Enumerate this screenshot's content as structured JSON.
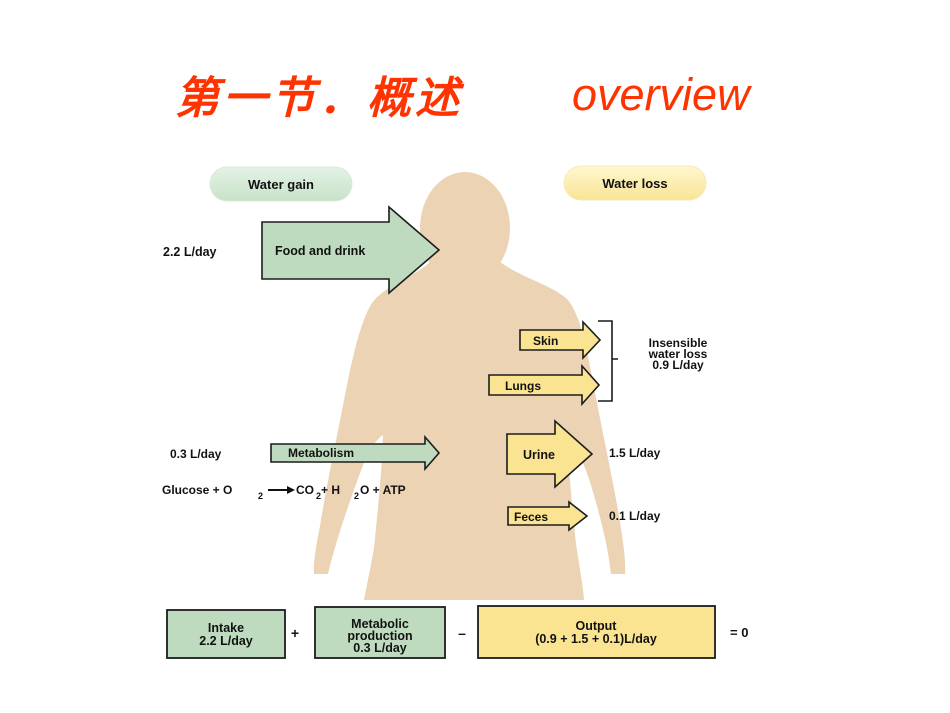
{
  "title": {
    "chinese": "第一节．概述",
    "english": "overview"
  },
  "diagram": {
    "water_gain_label": "Water gain",
    "water_loss_label": "Water loss",
    "food_drink": {
      "amount": "2.2 L/day",
      "label": "Food and drink"
    },
    "metabolism": {
      "amount": "0.3 L/day",
      "label": "Metabolism"
    },
    "equation": {
      "glucose": "Glucose + O",
      "o2_sub": "2",
      "co2": "CO",
      "co2_sub": "2",
      "plus_h": " + H",
      "h2o_sub": "2",
      "o_atp": "O + ATP"
    },
    "losses": {
      "skin": "Skin",
      "lungs": "Lungs",
      "urine": "Urine",
      "feces": "Feces",
      "insensible_line1": "Insensible",
      "insensible_line2": "water loss",
      "insensible_amount": "0.9 L/day",
      "urine_amount": "1.5 L/day",
      "feces_amount": "0.1 L/day"
    },
    "balance": {
      "intake_line1": "Intake",
      "intake_line2": "2.2 L/day",
      "plus": "+",
      "metabolic_line1": "Metabolic",
      "metabolic_line2": "production",
      "metabolic_line3": "0.3 L/day",
      "minus": "–",
      "output_line1": "Output",
      "output_line2": "(0.9 + 1.5 + 0.1)L/day",
      "equals": "= 0"
    }
  },
  "colors": {
    "title": "#ff3300",
    "body": "#ebd3b4",
    "gain_fill": "#bedbbf",
    "loss_fill": "#fbe491",
    "outline": "#1c1c1c"
  }
}
